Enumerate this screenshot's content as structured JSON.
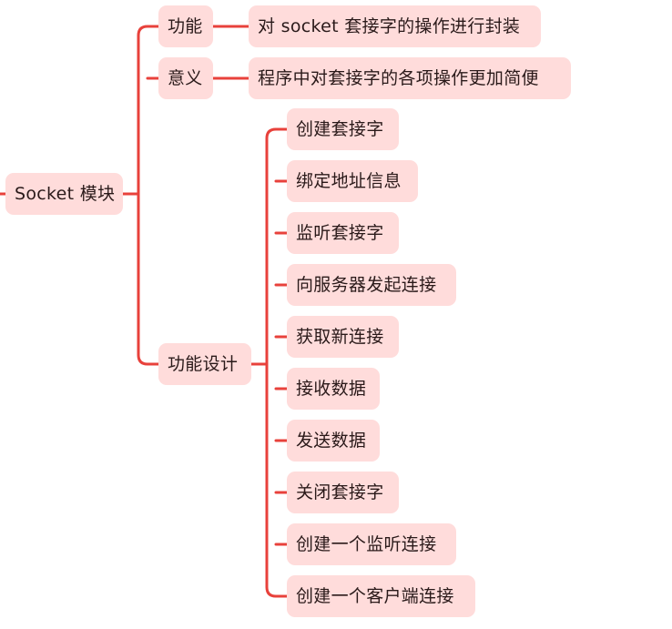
{
  "mindmap": {
    "root": {
      "label": "Socket 模块"
    },
    "branches": [
      {
        "label": "功能",
        "children": [
          {
            "label": "对 socket 套接字的操作进行封装"
          }
        ]
      },
      {
        "label": "意义",
        "children": [
          {
            "label": "程序中对套接字的各项操作更加简便"
          }
        ]
      },
      {
        "label": "功能设计",
        "children": [
          {
            "label": "创建套接字"
          },
          {
            "label": "绑定地址信息"
          },
          {
            "label": "监听套接字"
          },
          {
            "label": "向服务器发起连接"
          },
          {
            "label": "获取新连接"
          },
          {
            "label": "接收数据"
          },
          {
            "label": "发送数据"
          },
          {
            "label": "关闭套接字"
          },
          {
            "label": "创建一个监听连接"
          },
          {
            "label": "创建一个客户端连接"
          }
        ]
      }
    ]
  },
  "colors": {
    "edge": "#e8413b",
    "node_fill": "#ffdcdb",
    "text": "#2a1a1a"
  }
}
